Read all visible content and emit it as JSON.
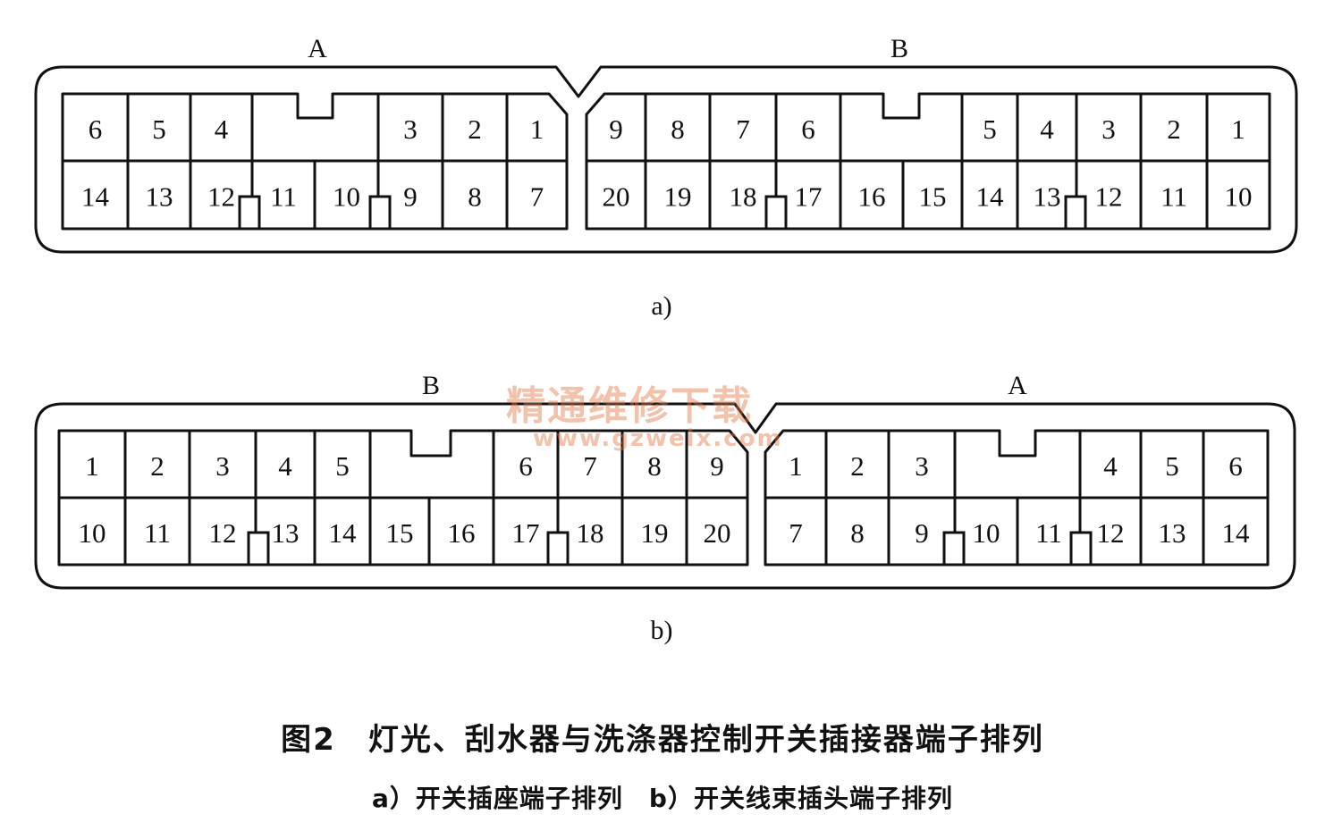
{
  "diagram_a": {
    "label": "a)",
    "connector_a_label": "A",
    "connector_b_label": "B",
    "connector_a_top": [
      "6",
      "5",
      "4",
      "3",
      "2",
      "1"
    ],
    "connector_a_bottom": [
      "14",
      "13",
      "12",
      "11",
      "10",
      "9",
      "8",
      "7"
    ],
    "connector_b_top": [
      "9",
      "8",
      "7",
      "6",
      "5",
      "4",
      "3",
      "2",
      "1"
    ],
    "connector_b_bottom": [
      "20",
      "19",
      "18",
      "17",
      "16",
      "15",
      "14",
      "13",
      "12",
      "11",
      "10"
    ]
  },
  "diagram_b": {
    "label": "b)",
    "connector_b_label": "B",
    "connector_a_label": "A",
    "connector_b_top": [
      "1",
      "2",
      "3",
      "4",
      "5",
      "6",
      "7",
      "8",
      "9"
    ],
    "connector_b_bottom": [
      "10",
      "11",
      "12",
      "13",
      "14",
      "15",
      "16",
      "17",
      "18",
      "19",
      "20"
    ],
    "connector_a_top": [
      "1",
      "2",
      "3",
      "4",
      "5",
      "6"
    ],
    "connector_a_bottom": [
      "7",
      "8",
      "9",
      "10",
      "11",
      "12",
      "13",
      "14"
    ]
  },
  "caption": {
    "title": "图2　灯光、刮水器与洗涤器控制开关插接器端子排列",
    "subtitle": "a）开关插座端子排列　b）开关线束插头端子排列"
  },
  "watermark": {
    "text_cn": "精通维修下载",
    "url": "www.gzweix.com"
  }
}
